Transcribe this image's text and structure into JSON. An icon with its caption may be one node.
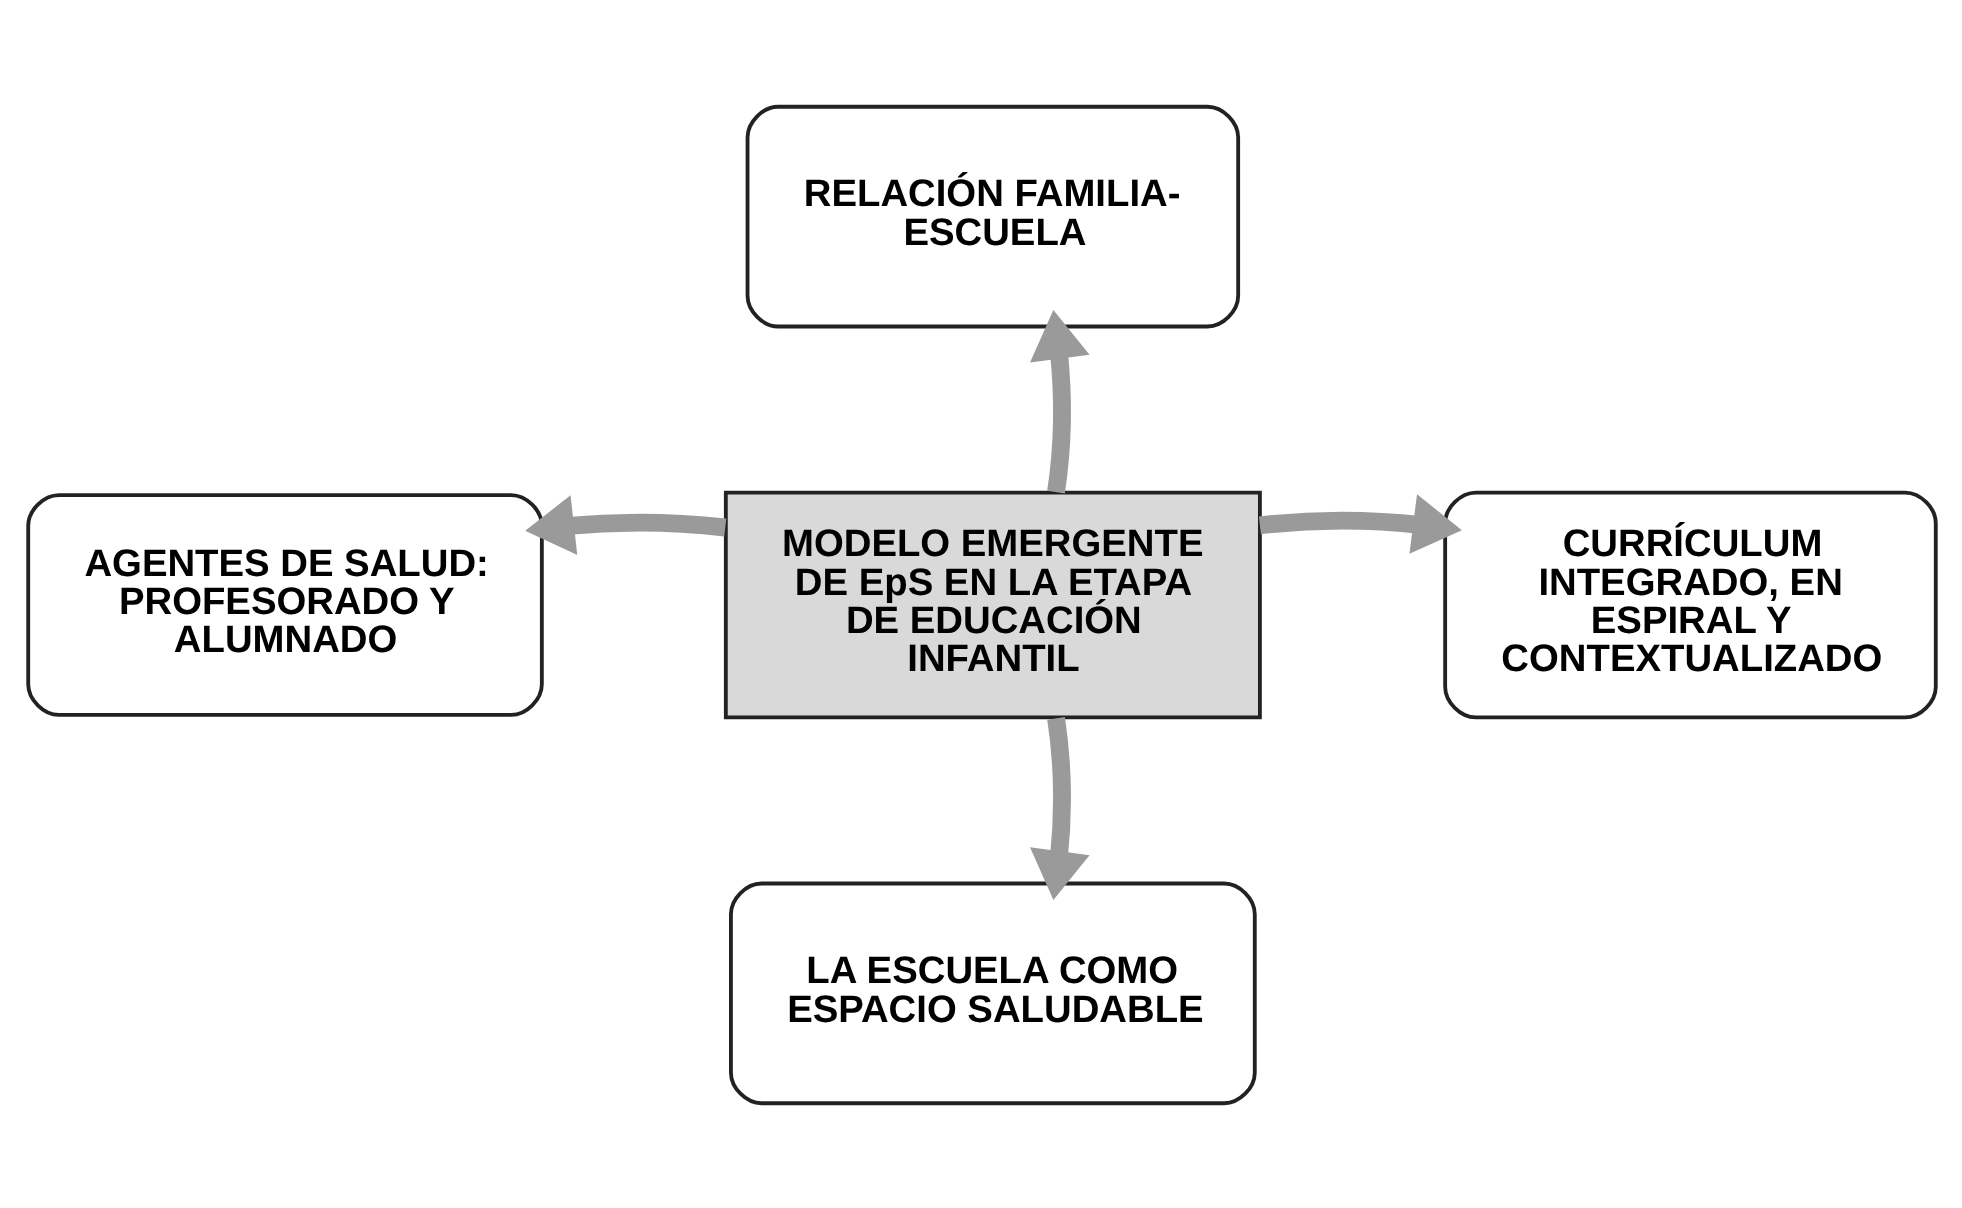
{
  "diagram": {
    "nodes": [
      {
        "text": [
          "RELACIÓN FAMILIA-ESCUELA"
        ]
      },
      {
        "text": [
          "AGENTES DE SALUD: PROFESORADO Y ALUMNADO"
        ]
      },
      {
        "text": [
          "MODELO EMERGENTE DE EpS EN LA ETAPA DE EDUCACIÓN INFANTIL"
        ]
      },
      {
        "text": [
          "CURRÍCULUM INTEGRADO, EN ESPIRAL Y CONTEXTUALIZADO"
        ]
      },
      {
        "text": [
          "LA ESCUELA COMO ESPACIO SALUDABLE"
        ]
      }
    ],
    "edges": [
      {
        "from": 2,
        "to": 0,
        "arrow": "to"
      },
      {
        "from": 2,
        "to": 1,
        "arrow": "to"
      },
      {
        "from": 2,
        "to": 3,
        "arrow": "to"
      },
      {
        "from": 2,
        "to": 4,
        "arrow": "to"
      }
    ]
  }
}
